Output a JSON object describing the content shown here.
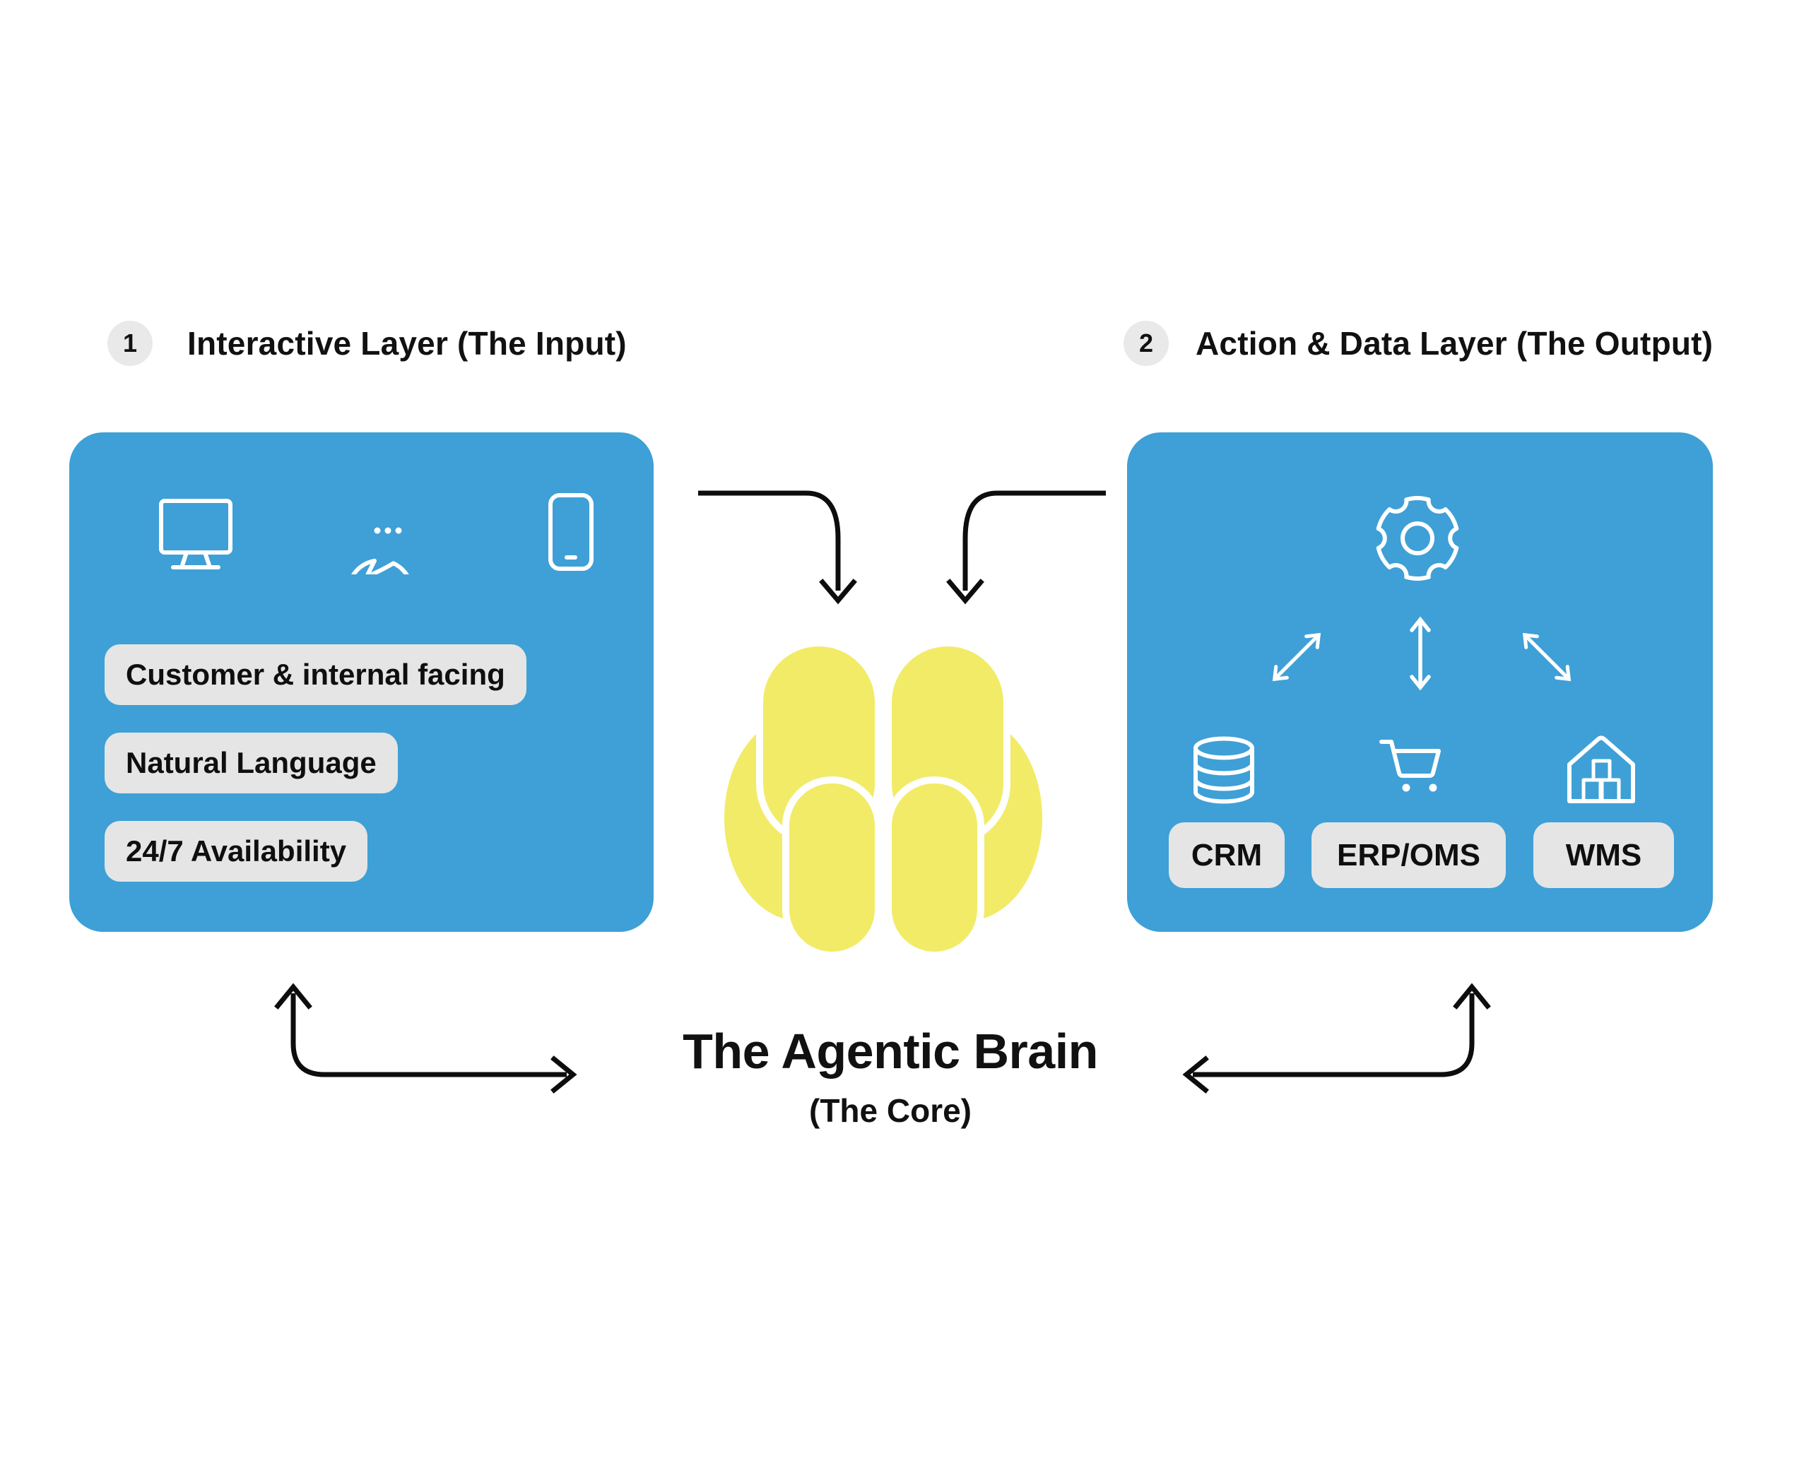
{
  "colors": {
    "panel_blue": "#3EA0D6",
    "brain_yellow": "#F2EB67",
    "pill_gray": "#E5E5E5",
    "badge_gray": "#E9E9E9",
    "arrow_black": "#0D0D0D",
    "icon_white": "#FFFFFF"
  },
  "input_layer": {
    "badge": "1",
    "title": "Interactive Layer (The Input)",
    "icons": [
      "monitor-icon",
      "chat-bubble-icon",
      "smartphone-icon"
    ],
    "pills": [
      "Customer & internal facing",
      "Natural Language",
      "24/7 Availability"
    ]
  },
  "output_layer": {
    "badge": "2",
    "title": "Action & Data Layer (The Output)",
    "icons": [
      "gear-icon",
      "database-icon",
      "shopping-cart-icon",
      "warehouse-icon"
    ],
    "pills": [
      "CRM",
      "ERP/OMS",
      "WMS"
    ]
  },
  "core": {
    "title": "The Agentic Brain",
    "subtitle": "(The Core)"
  }
}
